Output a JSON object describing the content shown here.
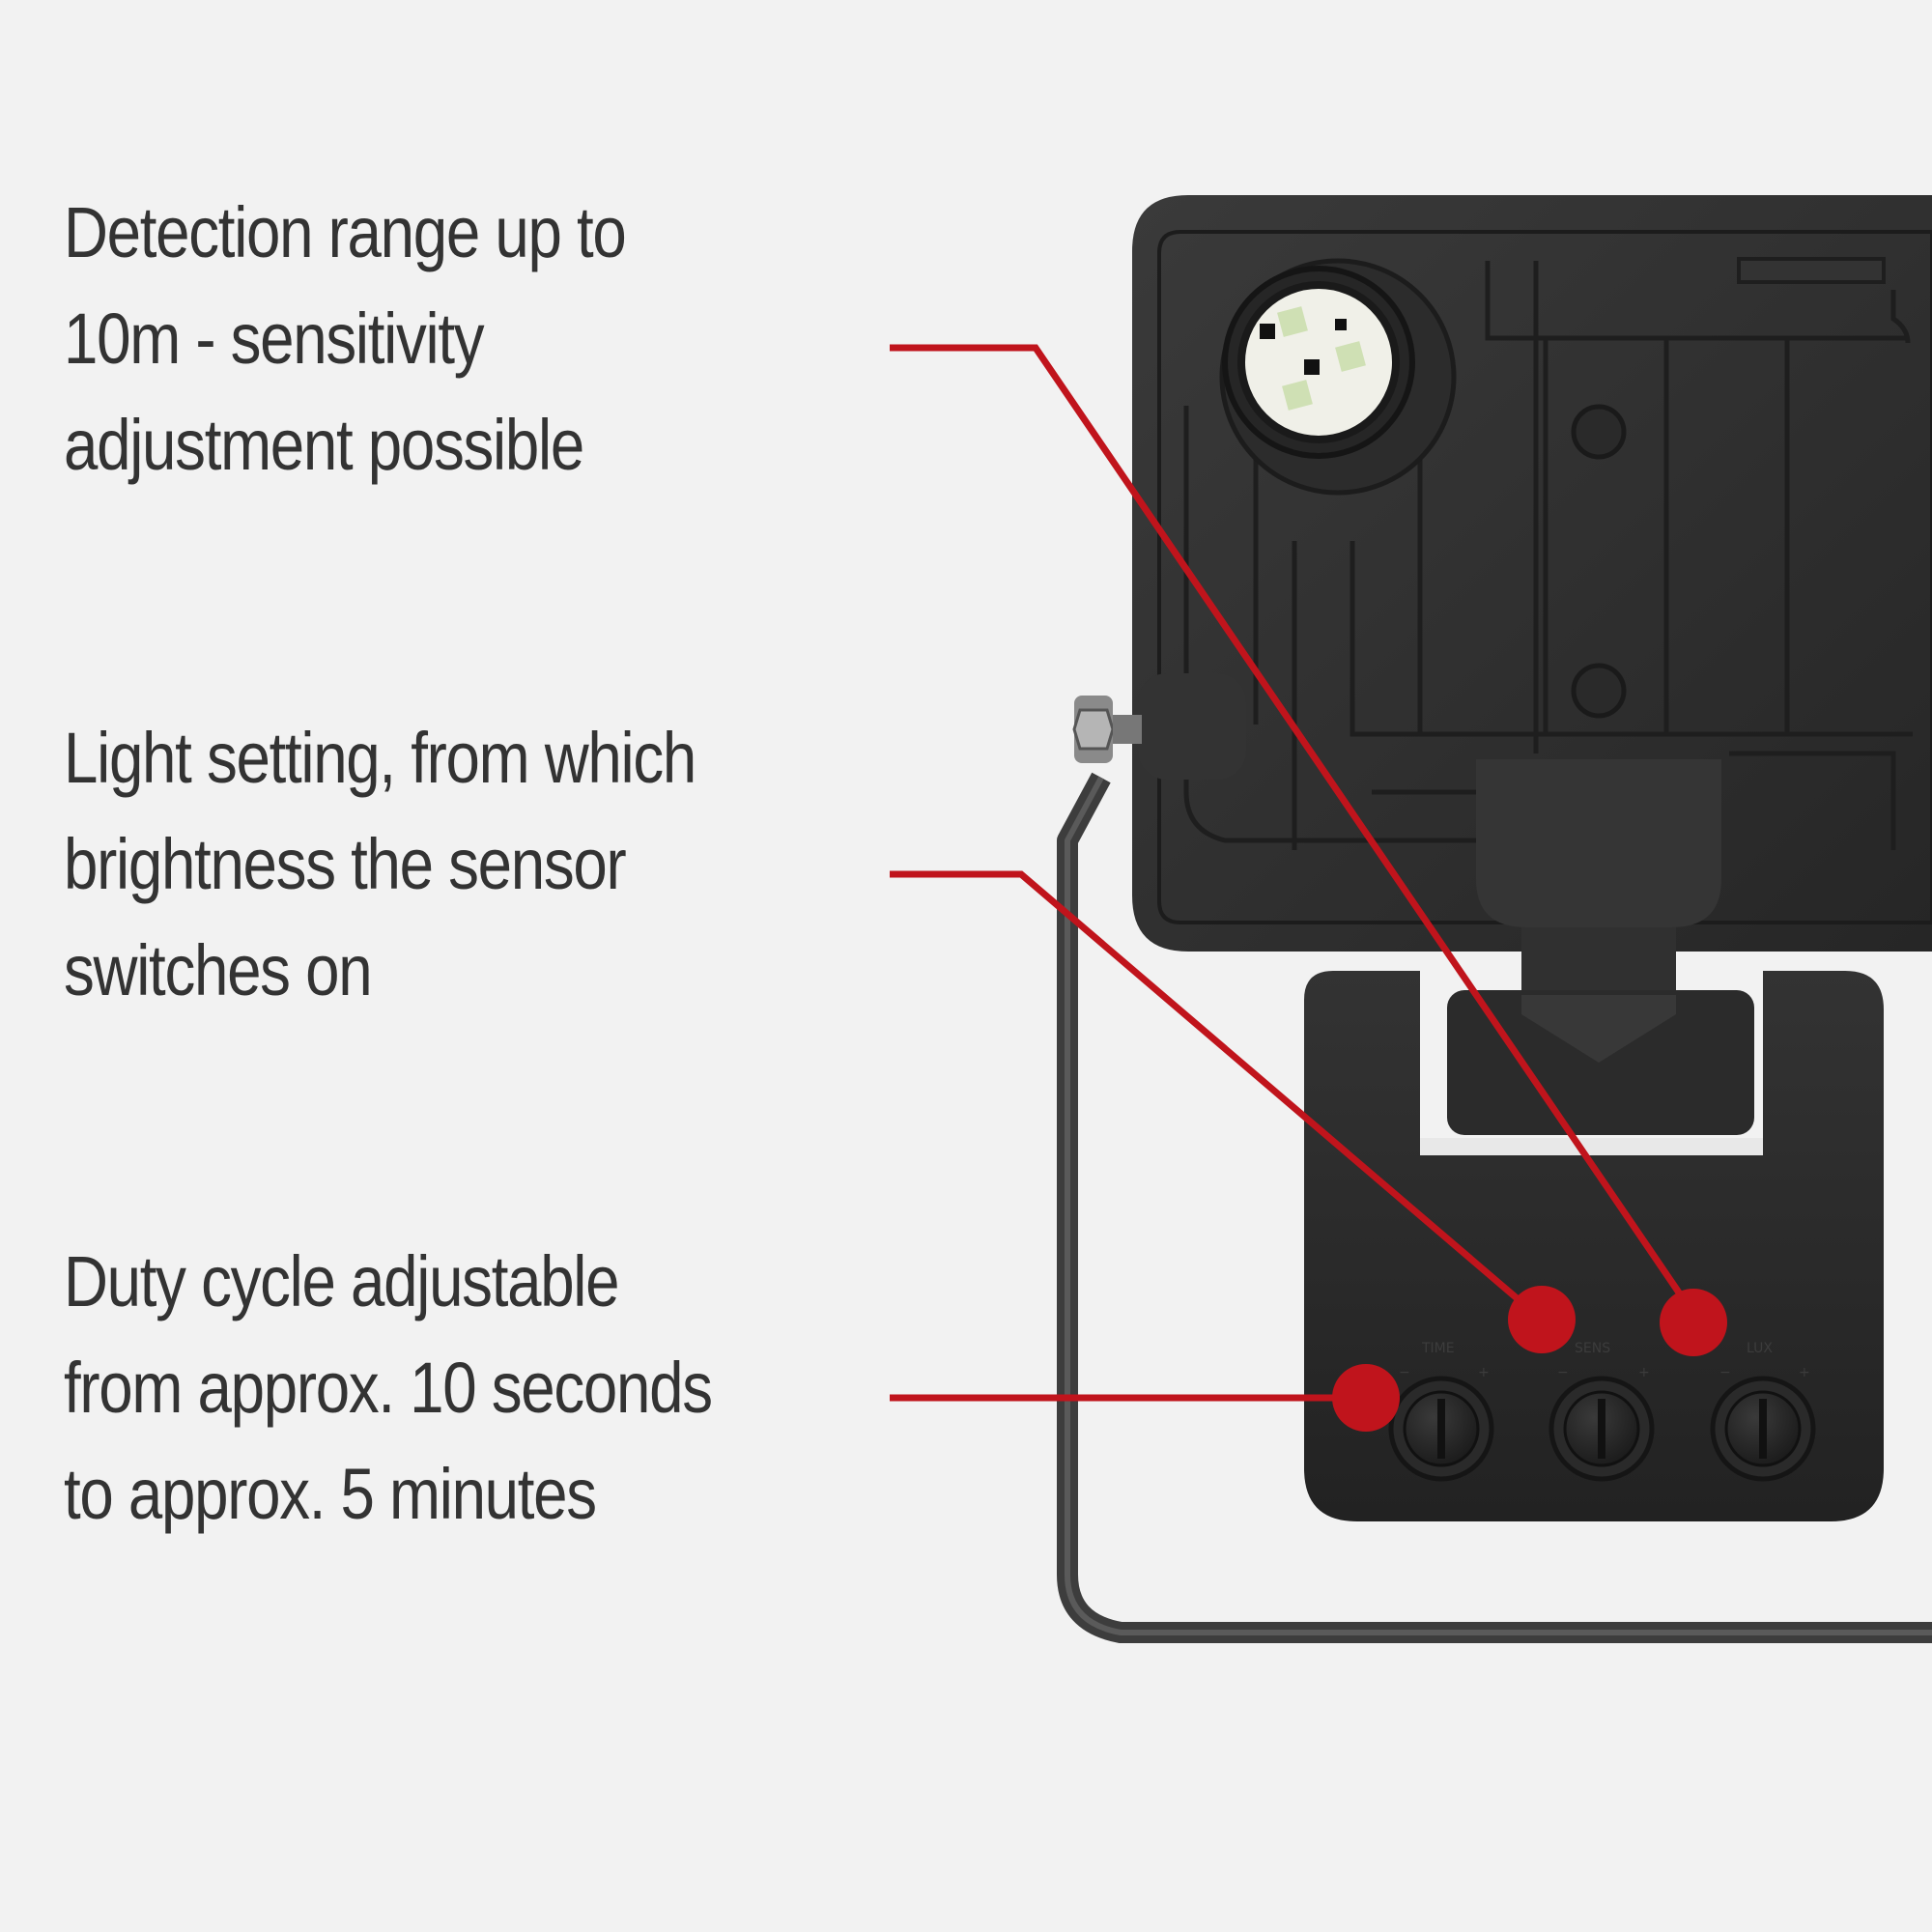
{
  "callouts": [
    {
      "lines": [
        "Detection range up to",
        "10m - sensitivity",
        "adjustment possible"
      ]
    },
    {
      "lines": [
        "Light setting, from which",
        "brightness the sensor",
        "switches on"
      ]
    },
    {
      "lines": [
        "Duty cycle adjustable",
        "from approx. 10 seconds",
        "to approx. 5 minutes"
      ]
    }
  ],
  "knobs": [
    {
      "label": "TIME",
      "minus": "−",
      "plus": "+"
    },
    {
      "label": "SENS",
      "minus": "−",
      "plus": "+"
    },
    {
      "label": "LUX",
      "minus": "−",
      "plus": "+"
    }
  ],
  "colors": {
    "background": "#f2f2f2",
    "text": "#333333",
    "accent_red": "#c0141c",
    "housing": "#2e2e2e"
  }
}
